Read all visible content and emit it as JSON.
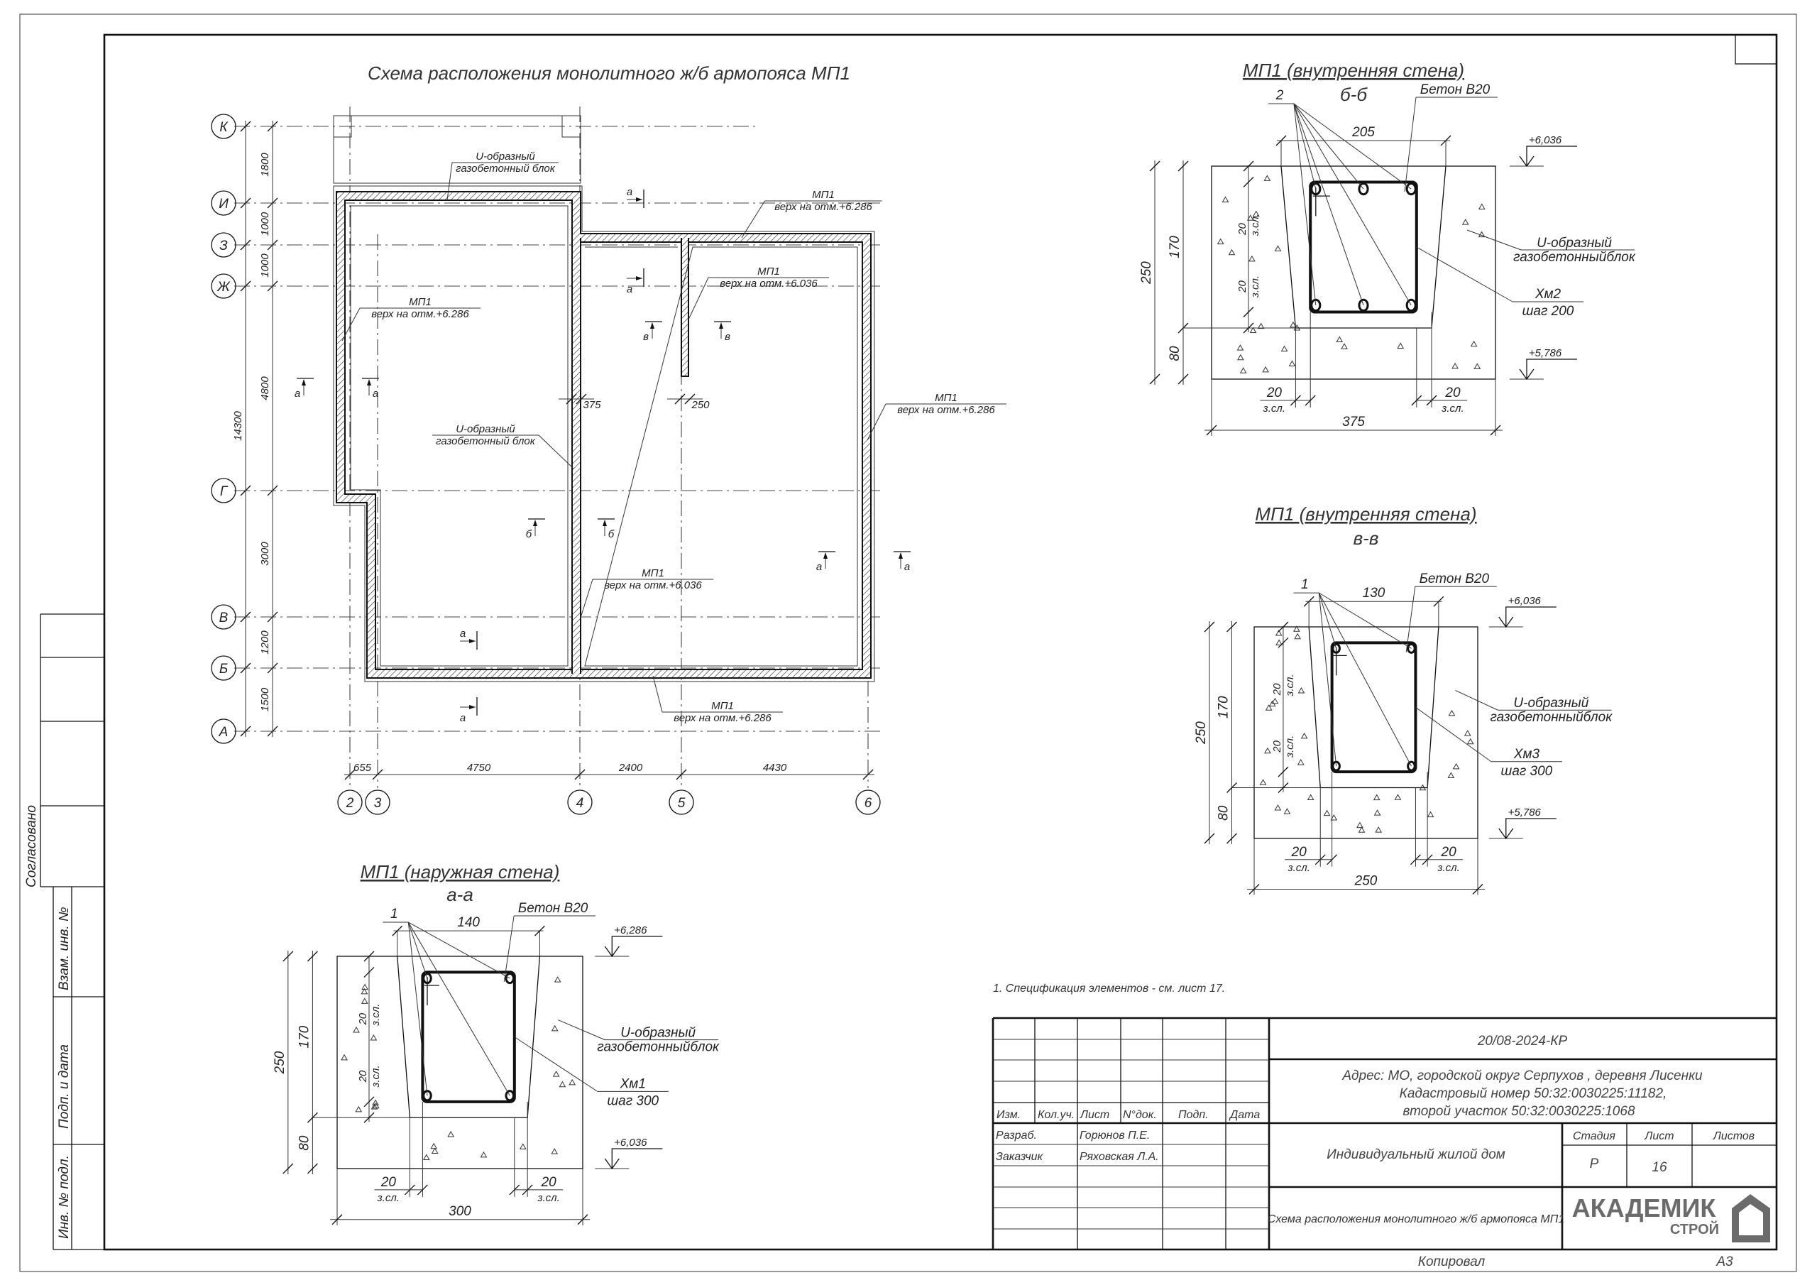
{
  "plan": {
    "title": "Схема расположения монолитного ж/б армопояса МП1",
    "row_axes": [
      "К",
      "И",
      "З",
      "Ж",
      "Г",
      "В",
      "Б",
      "А"
    ],
    "column_axes": [
      "2",
      "3",
      "4",
      "5",
      "6"
    ],
    "row_dims": [
      "1800",
      "1000",
      "1000",
      "4800",
      "3000",
      "1200",
      "1500"
    ],
    "row_total": "14300",
    "column_dims": [
      "655",
      "4750",
      "2400",
      "4430"
    ],
    "wall_dims": [
      "375",
      "250"
    ],
    "callouts": [
      {
        "line1": "U-образный",
        "line2": "газобетонный блок"
      },
      {
        "line1": "МП1",
        "line2": "верх на отм.+6.286"
      },
      {
        "line1": "МП1",
        "line2": "верх на отм.+6.036"
      },
      {
        "line1": "МП1",
        "line2": "верх на отм.+6.286"
      },
      {
        "line1": "МП1",
        "line2": "верх на отм.+6.286"
      },
      {
        "line1": "U-образный",
        "line2": "газобетонный блок"
      },
      {
        "line1": "МП1",
        "line2": "верх на отм.+6.036"
      },
      {
        "line1": "МП1",
        "line2": "верх на отм.+6.286"
      }
    ],
    "section_marks": [
      "а",
      "а",
      "а",
      "а",
      "в",
      "в",
      "б",
      "б",
      "а",
      "а",
      "а",
      "а"
    ]
  },
  "sections": [
    {
      "title": "МП1 (внутренняя стена)",
      "subtitle": "б-б",
      "bar_mark": "2",
      "concrete": "Бетон В20",
      "inner_width": "205",
      "elev_top": "+6,036",
      "elev_bottom": "+5,786",
      "block_line1": "U-образный",
      "block_line2": "газобетонныйблок",
      "mesh": "Хм2",
      "step": "шаг 200",
      "height": "250",
      "upper": "170",
      "lower": "80",
      "cover": "20",
      "cover_note": "з.сл.",
      "width": "375",
      "bars": 6
    },
    {
      "title": "МП1 (внутренняя стена)",
      "subtitle": "в-в",
      "bar_mark": "1",
      "concrete": "Бетон В20",
      "inner_width": "130",
      "elev_top": "+6,036",
      "elev_bottom": "+5,786",
      "block_line1": "U-образный",
      "block_line2": "газобетонныйблок",
      "mesh": "Хм3",
      "step": "шаг 300",
      "height": "250",
      "upper": "170",
      "lower": "80",
      "cover": "20",
      "cover_note": "з.сл.",
      "width": "250",
      "bars": 4
    },
    {
      "title": "МП1 (наружная стена)",
      "subtitle": "а-а",
      "bar_mark": "1",
      "concrete": "Бетон В20",
      "inner_width": "140",
      "elev_top": "+6,286",
      "elev_bottom": "+6,036",
      "block_line1": "U-образный",
      "block_line2": "газобетонныйблок",
      "mesh": "Хм1",
      "step": "шаг 300",
      "height": "250",
      "upper": "170",
      "lower": "80",
      "cover": "20",
      "cover_note": "з.сл.",
      "width": "300",
      "bars": 4
    }
  ],
  "note": "1. Спецификация элементов - см. лист 17.",
  "left_strip": {
    "agreed": "Согласовано",
    "replaced": "Взам. инв. №",
    "sign_date": "Подп. и дата",
    "orig_inv": "Инв. № подл."
  },
  "title_block": {
    "code": "20/08-2024-КР",
    "address1": "Адрес: МО, городской округ Серпухов , деревня Лисенки",
    "address2": "Кадастровый номер 50:32:0030225:11182,",
    "address3": "второй участок 50:32:0030225:1068",
    "headers": [
      "Изм.",
      "Кол.уч.",
      "Лист",
      "N°док.",
      "Подп.",
      "Дата"
    ],
    "roles": [
      {
        "role": "Разраб.",
        "name": "Горюнов П.Е."
      },
      {
        "role": "Заказчик",
        "name": "Ряховская Л.А."
      }
    ],
    "object": "Индивидуальный жилой дом",
    "sheet_title": "Схема расположения монолитного ж/б армопояса МП1",
    "stage_label": "Стадия",
    "sheet_label": "Лист",
    "sheets_label": "Листов",
    "stage": "Р",
    "sheet": "16",
    "sheets": "",
    "logo_main": "АКАДЕМИК",
    "logo_sub": "СТРОЙ",
    "copied": "Копировал",
    "format": "А3"
  }
}
